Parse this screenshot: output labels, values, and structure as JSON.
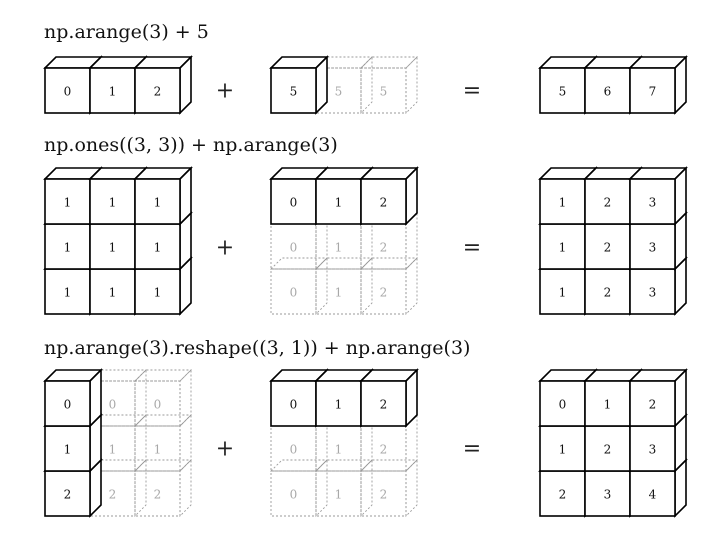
{
  "rows": [
    {
      "title": "np.arange(3) + 5",
      "op_plus": "+",
      "op_equals": "=",
      "a": {
        "values": [
          [
            "0",
            "1",
            "2"
          ]
        ],
        "solid": [
          [
            true,
            true,
            true
          ]
        ]
      },
      "b": {
        "values": [
          [
            "5",
            "5",
            "5"
          ]
        ],
        "solid": [
          [
            true,
            false,
            false
          ]
        ]
      },
      "result": {
        "values": [
          [
            "5",
            "6",
            "7"
          ]
        ],
        "solid": [
          [
            true,
            true,
            true
          ]
        ]
      }
    },
    {
      "title": "np.ones((3, 3)) + np.arange(3)",
      "op_plus": "+",
      "op_equals": "=",
      "a": {
        "values": [
          [
            "1",
            "1",
            "1"
          ],
          [
            "1",
            "1",
            "1"
          ],
          [
            "1",
            "1",
            "1"
          ]
        ],
        "solid": [
          [
            true,
            true,
            true
          ],
          [
            true,
            true,
            true
          ],
          [
            true,
            true,
            true
          ]
        ]
      },
      "b": {
        "values": [
          [
            "0",
            "1",
            "2"
          ],
          [
            "0",
            "1",
            "2"
          ],
          [
            "0",
            "1",
            "2"
          ]
        ],
        "solid": [
          [
            true,
            true,
            true
          ],
          [
            false,
            false,
            false
          ],
          [
            false,
            false,
            false
          ]
        ]
      },
      "result": {
        "values": [
          [
            "1",
            "2",
            "3"
          ],
          [
            "1",
            "2",
            "3"
          ],
          [
            "1",
            "2",
            "3"
          ]
        ],
        "solid": [
          [
            true,
            true,
            true
          ],
          [
            true,
            true,
            true
          ],
          [
            true,
            true,
            true
          ]
        ]
      }
    },
    {
      "title": "np.arange(3).reshape((3, 1)) + np.arange(3)",
      "op_plus": "+",
      "op_equals": "=",
      "a": {
        "values": [
          [
            "0",
            "0",
            "0"
          ],
          [
            "1",
            "1",
            "1"
          ],
          [
            "2",
            "2",
            "2"
          ]
        ],
        "solid": [
          [
            true,
            false,
            false
          ],
          [
            true,
            false,
            false
          ],
          [
            true,
            false,
            false
          ]
        ]
      },
      "b": {
        "values": [
          [
            "0",
            "1",
            "2"
          ],
          [
            "0",
            "1",
            "2"
          ],
          [
            "0",
            "1",
            "2"
          ]
        ],
        "solid": [
          [
            true,
            true,
            true
          ],
          [
            false,
            false,
            false
          ],
          [
            false,
            false,
            false
          ]
        ]
      },
      "result": {
        "values": [
          [
            "0",
            "1",
            "2"
          ],
          [
            "1",
            "2",
            "3"
          ],
          [
            "2",
            "3",
            "4"
          ]
        ],
        "solid": [
          [
            true,
            true,
            true
          ],
          [
            true,
            true,
            true
          ],
          [
            true,
            true,
            true
          ]
        ]
      }
    }
  ],
  "colors": {
    "solid_stroke": "#000000",
    "ghost_stroke": "#9a9a9a",
    "solid_text": "#111111",
    "ghost_text": "#a8a8a8",
    "background": "#ffffff"
  }
}
